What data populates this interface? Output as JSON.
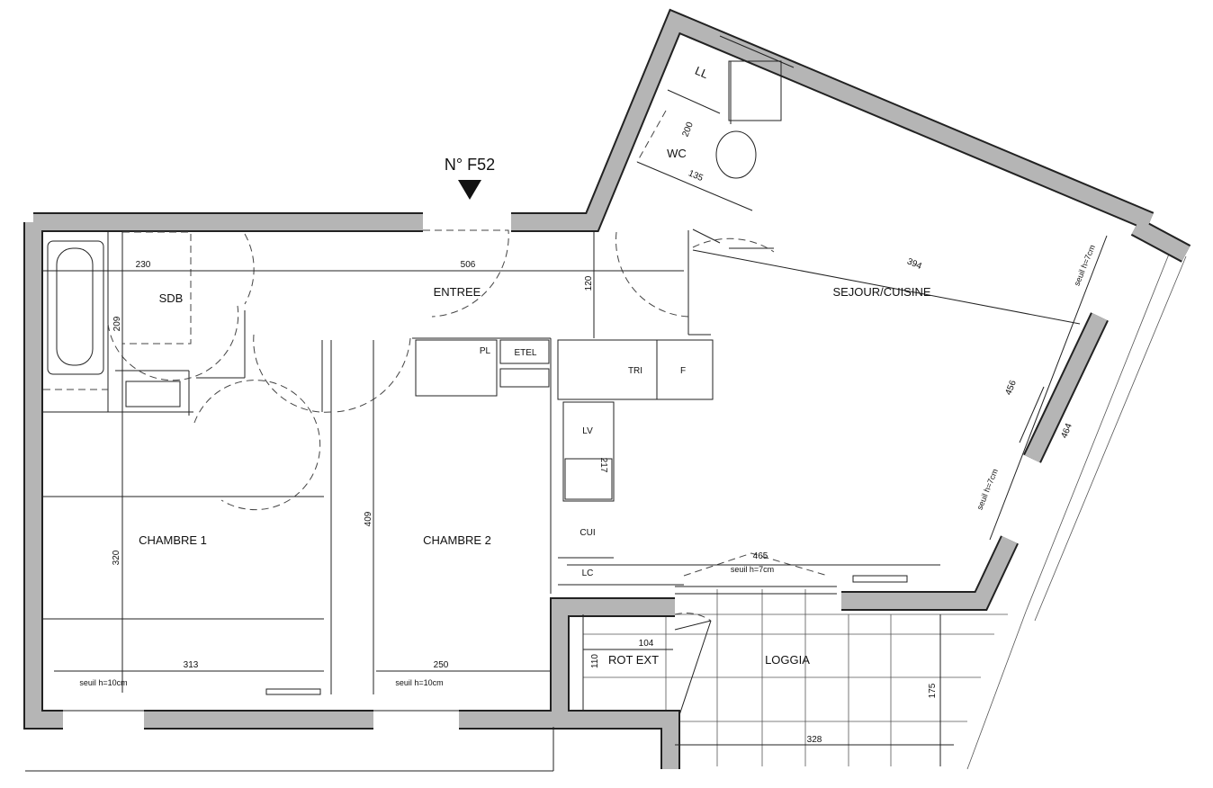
{
  "plan": {
    "unit_number": "N° F52",
    "rooms": {
      "sdb": "SDB",
      "entree": "ENTREE",
      "sejour": "SEJOUR/CUISINE",
      "chambre1": "CHAMBRE 1",
      "chambre2": "CHAMBRE 2",
      "loggia": "LOGGIA",
      "wc": "WC",
      "rot_ext": "ROT EXT"
    },
    "fixtures": {
      "ll": "LL",
      "pl": "PL",
      "etel": "ETEL",
      "tri": "TRI",
      "f": "F",
      "lv": "LV",
      "cui": "CUI",
      "lc": "LC"
    },
    "dimensions": {
      "sdb_w": "230",
      "sdb_h": "209",
      "entree_w": "506",
      "entree_h": "120",
      "sejour_diag": "394",
      "sejour_side": "456",
      "loggia_side": "464",
      "wc_h": "200",
      "wc_w": "135",
      "ch1_h": "320",
      "ch1_w": "313",
      "ch2_h": "409",
      "ch2_w": "250",
      "sejour_w": "465",
      "rot_w": "104",
      "rot_h": "110",
      "loggia_h": "175",
      "loggia_w": "328",
      "lv_d": "217"
    },
    "thresholds": {
      "ch1": "seuil h=10cm",
      "ch2": "seuil h=10cm",
      "sejour_bottom": "seuil h=7cm",
      "sejour_right_top": "seuil h=7cm",
      "sejour_right_bottom": "seuil h=7cm"
    },
    "colors": {
      "wall": "#b5b5b5",
      "line": "#222222"
    }
  }
}
